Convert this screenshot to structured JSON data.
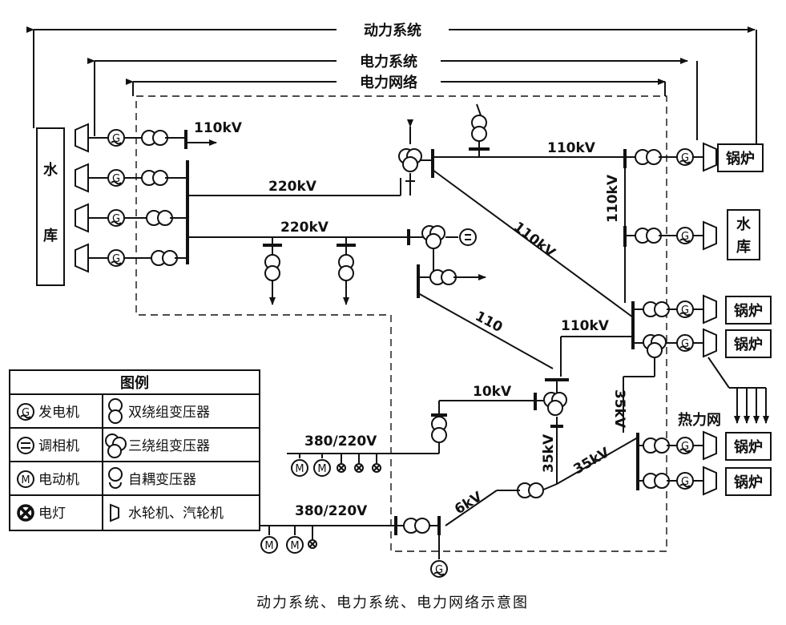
{
  "diagram": {
    "title_power_system": "动力系统",
    "title_electric_system": "电力系统",
    "title_electric_network": "电力网络",
    "reservoir_left": [
      "水",
      "库"
    ],
    "reservoir_right": [
      "水",
      "库"
    ],
    "boiler": "锅炉",
    "heat_network": "热力网",
    "caption": "动力系统、电力系统、电力网络示意图",
    "labels": {
      "v110_top": "110kV",
      "v220_upper": "220kV",
      "v220_lower": "220kV",
      "v110_right_top": "110kV",
      "v110_diag": "110kV",
      "v110_vert": "110kV",
      "v110_lower": "110kV",
      "v110_plain": "110",
      "v10": "10kV",
      "v35_vert": "35kV",
      "v35_diag": "35kV",
      "v35_right": "35kV",
      "v6": "6kV",
      "v380_upper": "380/220V",
      "v380_lower": "380/220V"
    },
    "motor_symbol": "M",
    "generator_symbol": "G"
  },
  "legend": {
    "title": "图例",
    "rows": [
      {
        "left": "发电机",
        "right": "双绕组变压器"
      },
      {
        "left": "调相机",
        "right": "三绕组变压器"
      },
      {
        "left": "电动机",
        "right": "自耦变压器"
      },
      {
        "left": "电灯",
        "right": "水轮机、汽轮机"
      }
    ]
  }
}
